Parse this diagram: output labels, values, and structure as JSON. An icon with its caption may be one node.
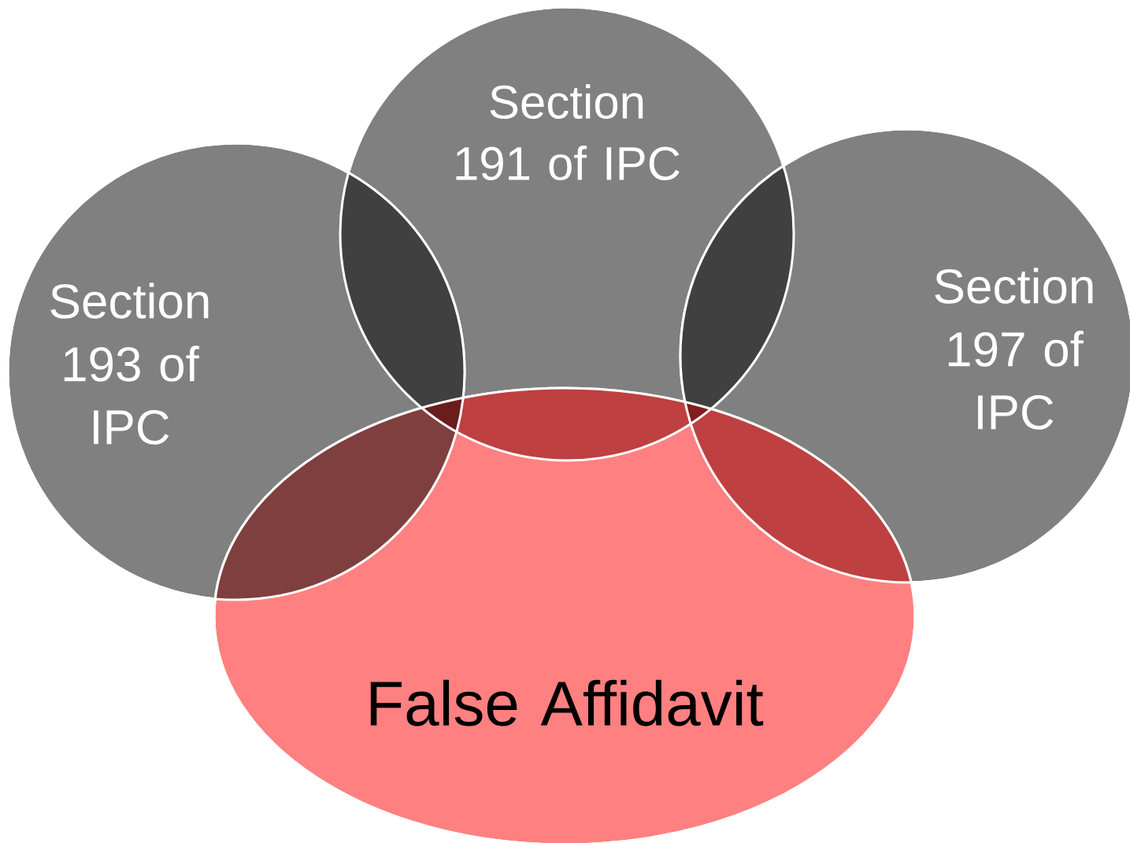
{
  "diagram": {
    "nodes": [
      {
        "text": [
          "Section 191 of IPC"
        ]
      },
      {
        "text": [
          "Section 193 of IPC"
        ]
      },
      {
        "text": [
          "Section 197 of IPC"
        ]
      },
      {
        "text": [
          "False Affidavit"
        ]
      }
    ]
  }
}
